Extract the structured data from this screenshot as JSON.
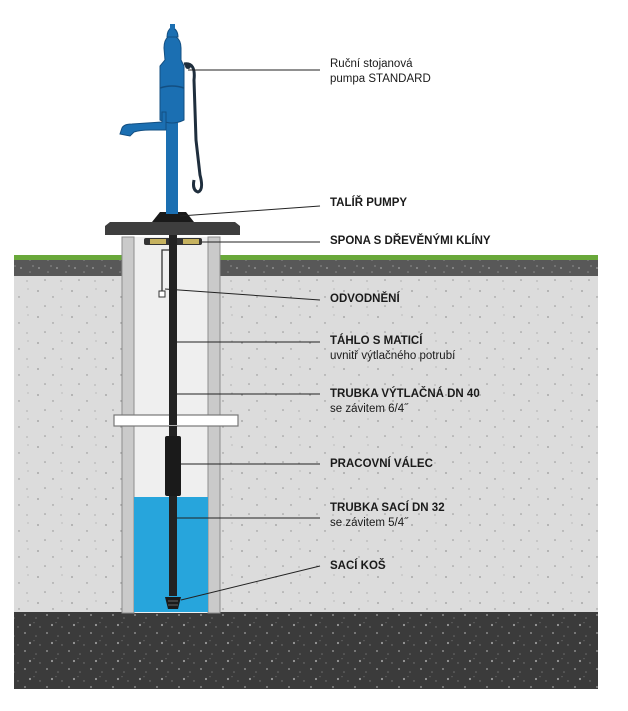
{
  "colors": {
    "background": "#ffffff",
    "soil": "#dedede",
    "bedrock": "#3a3a3a",
    "grass": "#69a83a",
    "water": "#27a5dc",
    "pump_body": "#1b6fb2",
    "rods_and_pipes": "#222222",
    "well_wall": "#c9c9c9"
  },
  "labels": {
    "hand_pump": {
      "line1": "Ruční stojanová",
      "line2": "pumpa STANDARD"
    },
    "pump_plate": "TALÍŘ PUMPY",
    "clamp": "SPONA S DŘEVĚNÝMI KLÍNY",
    "drainage": "ODVODNĚNÍ",
    "pump_rod": {
      "title": "TÁHLO S MATICÍ",
      "subtitle": "uvnitř výtlačného potrubí"
    },
    "discharge_pipe": {
      "title": "TRUBKA VÝTLAČNÁ DN 40",
      "subtitle": "se závitem 6/4˝"
    },
    "cylinder": "PRACOVNÍ VÁLEC",
    "suction_pipe": {
      "title": "TRUBKA SACÍ DN 32",
      "subtitle": "se závitem 5/4˝"
    },
    "foot_strainer": "SACÍ KOŠ"
  }
}
